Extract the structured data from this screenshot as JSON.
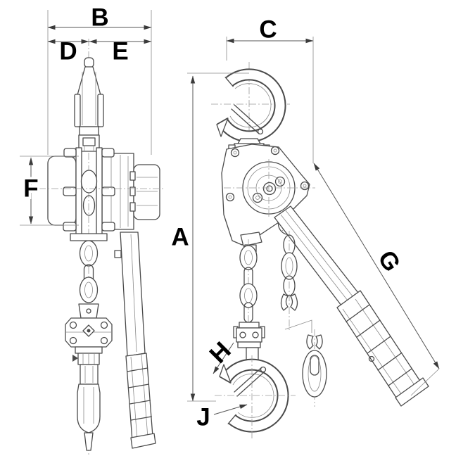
{
  "diagram": {
    "labels": {
      "a": "A",
      "b": "B",
      "c": "C",
      "d": "D",
      "e": "E",
      "f": "F",
      "g": "G",
      "h": "H",
      "j": "J"
    }
  },
  "colors": {
    "background": "#ffffff",
    "line_dark": "#4a4a4a",
    "line_light": "#8a8a8a",
    "dimension": "#555555",
    "label": "#000000"
  }
}
